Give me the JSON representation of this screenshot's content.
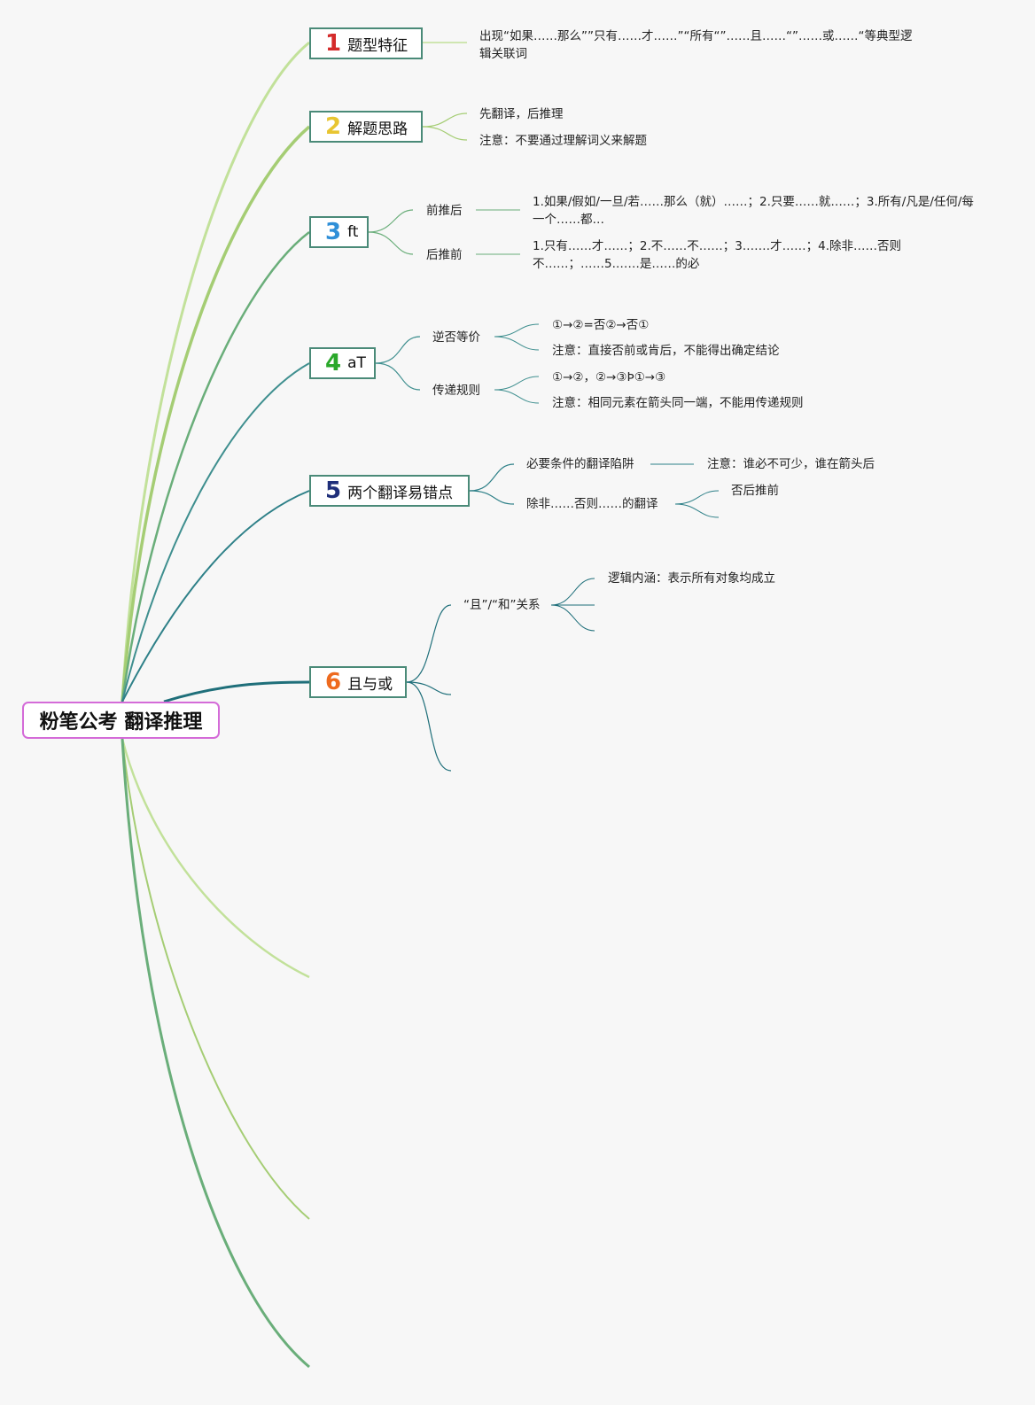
{
  "root": {
    "title": "粉笔公考 翻译推理"
  },
  "colors": {
    "root_border": "#d46bd8",
    "topic_border": "#4a8a78",
    "num1": "#d42a2a",
    "num2": "#e8c531",
    "num3": "#2f8fd8",
    "num4": "#2aa82a",
    "num5": "#1f2f7a",
    "num6": "#ee6a1e"
  },
  "topics": [
    {
      "num": "1",
      "label": "题型特征",
      "detail": "出现“如果……那么””只有……才……”“所有“”……且……“”……或……“等典型逻辑关联词"
    },
    {
      "num": "2",
      "label": "解题思路",
      "details": [
        "先翻译，后推理",
        "注意：不要通过理解词义来解题"
      ]
    },
    {
      "num": "3",
      "label": "ft",
      "subs": [
        {
          "label": "前推后",
          "detail": "1.如果/假如/一旦/若……那么（就）……；2.只要……就……；3.所有/凡是/任何/每一个……都…"
        },
        {
          "label": "后推前",
          "detail": "1.只有……才……；2.不……不……；3.……才……；4.除非……否则不……；……5.……是……的必"
        }
      ]
    },
    {
      "num": "4",
      "label": "aT",
      "subs": [
        {
          "label": "逆否等价",
          "details": [
            "①→②=否②→否①",
            "注意：直接否前或肯后，不能得出确定结论"
          ]
        },
        {
          "label": "传递规则",
          "details": [
            "①→②，②→③Þ①→③",
            "注意：相同元素在箭头同一端，不能用传递规则"
          ]
        }
      ]
    },
    {
      "num": "5",
      "label": "两个翻译易错点",
      "subs": [
        {
          "label": "必要条件的翻译陷阱",
          "detail": "注意：谁必不可少，谁在箭头后"
        },
        {
          "label": "除非……否则……的翻译",
          "detail": "否后推前"
        }
      ]
    },
    {
      "num": "6",
      "label": "且与或",
      "subs": [
        {
          "label": "“且”/“和”关系",
          "detail": "逻辑内涵：表示所有对象均成立"
        }
      ]
    }
  ]
}
